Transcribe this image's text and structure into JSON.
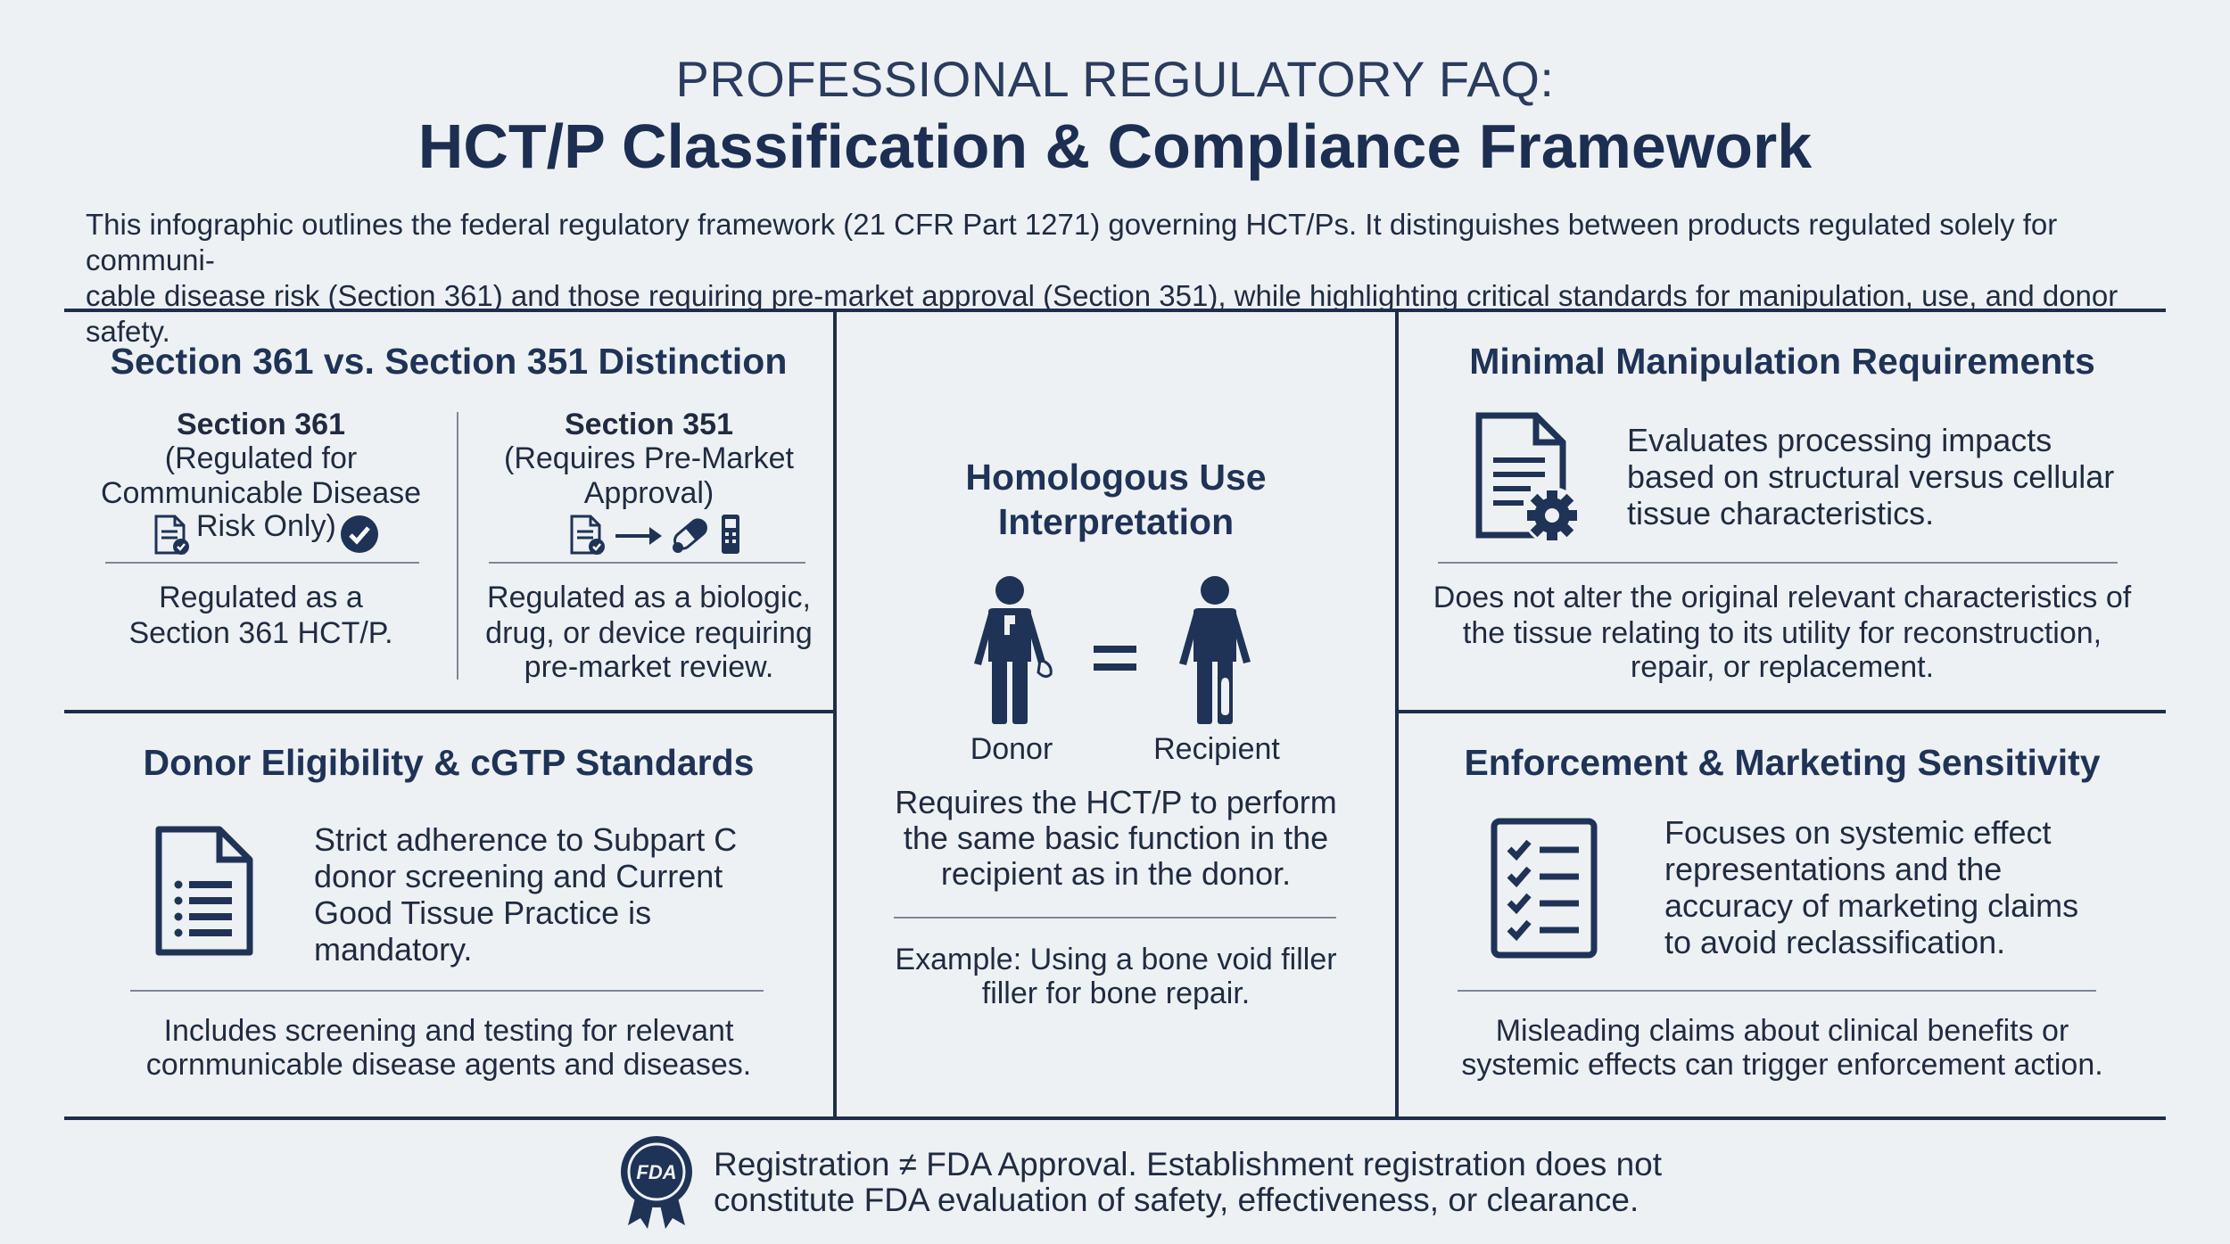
{
  "header": {
    "overline": "PROFESSIONAL REGULATORY FAQ:",
    "title": "HCT/P Classification & Compliance Framework",
    "intro_line1": "This infographic outlines the federal regulatory framework (21 CFR Part 1271) governing HCT/Ps. It distinguishes between products regulated solely for communi-",
    "intro_line2": "cable disease risk (Section 361) and those requiring pre-market approval (Section 351), while highlighting critical standards for manipulation, use, and donor safety."
  },
  "distinction": {
    "title": "Section 361 vs. Section 351 Distinction",
    "s361": {
      "heading": "Section 361",
      "sub1": "(Regulated for",
      "sub2": "Communicable Disease",
      "sub3": "Risk Only)",
      "desc1": "Regulated as a",
      "desc2": "Section 361 HCT/P."
    },
    "s351": {
      "heading": "Section 351",
      "sub1": "(Requires Pre-Market",
      "sub2": "Approval)",
      "desc1": "Regulated as a biologic,",
      "desc2": "drug, or device requiring",
      "desc3": "pre-market review."
    }
  },
  "homologous": {
    "title1": "Homologous Use",
    "title2": "Interpretation",
    "donor_label": "Donor",
    "recipient_label": "Recipient",
    "desc1": "Requires the HCT/P to perform",
    "desc2": "the same basic function in the",
    "desc3": "recipient as in the donor.",
    "example1": "Example: Using a bone void filler",
    "example2": "filler for bone repair."
  },
  "manipulation": {
    "title": "Minimal Manipulation Requirements",
    "desc1": "Evaluates processing impacts",
    "desc2": "based on structural versus cellular",
    "desc3": "tissue characteristics.",
    "note1": "Does not alter the original relevant characteristics of",
    "note2": "the tissue relating to its utility for reconstruction,",
    "note3": "repair, or replacement."
  },
  "donor": {
    "title": "Donor Eligibility & cGTP Standards",
    "desc1": "Strict adherence to Subpart C",
    "desc2": "donor screening and Current",
    "desc3": "Good Tissue Practice is",
    "desc4": "mandatory.",
    "note1": "Includes screening and testing for relevant",
    "note2": "cornmunicable disease agents and diseases."
  },
  "enforcement": {
    "title": "Enforcement & Marketing Sensitivity",
    "desc1": "Focuses on systemic effect",
    "desc2": "representations and the",
    "desc3": "accuracy of marketing claims",
    "desc4": "to avoid reclassification.",
    "note1": "Misleading claims about clinical benefits or",
    "note2": "systemic effects can trigger enforcement action."
  },
  "footer": {
    "seal_text": "FDA",
    "line1": "Registration ≠ FDA Approval. Establishment registration does not",
    "line2": "constitute FDA evaluation of safety, effectiveness, or clearance."
  },
  "colors": {
    "navy": "#1e3356",
    "background": "#eef1f4"
  }
}
